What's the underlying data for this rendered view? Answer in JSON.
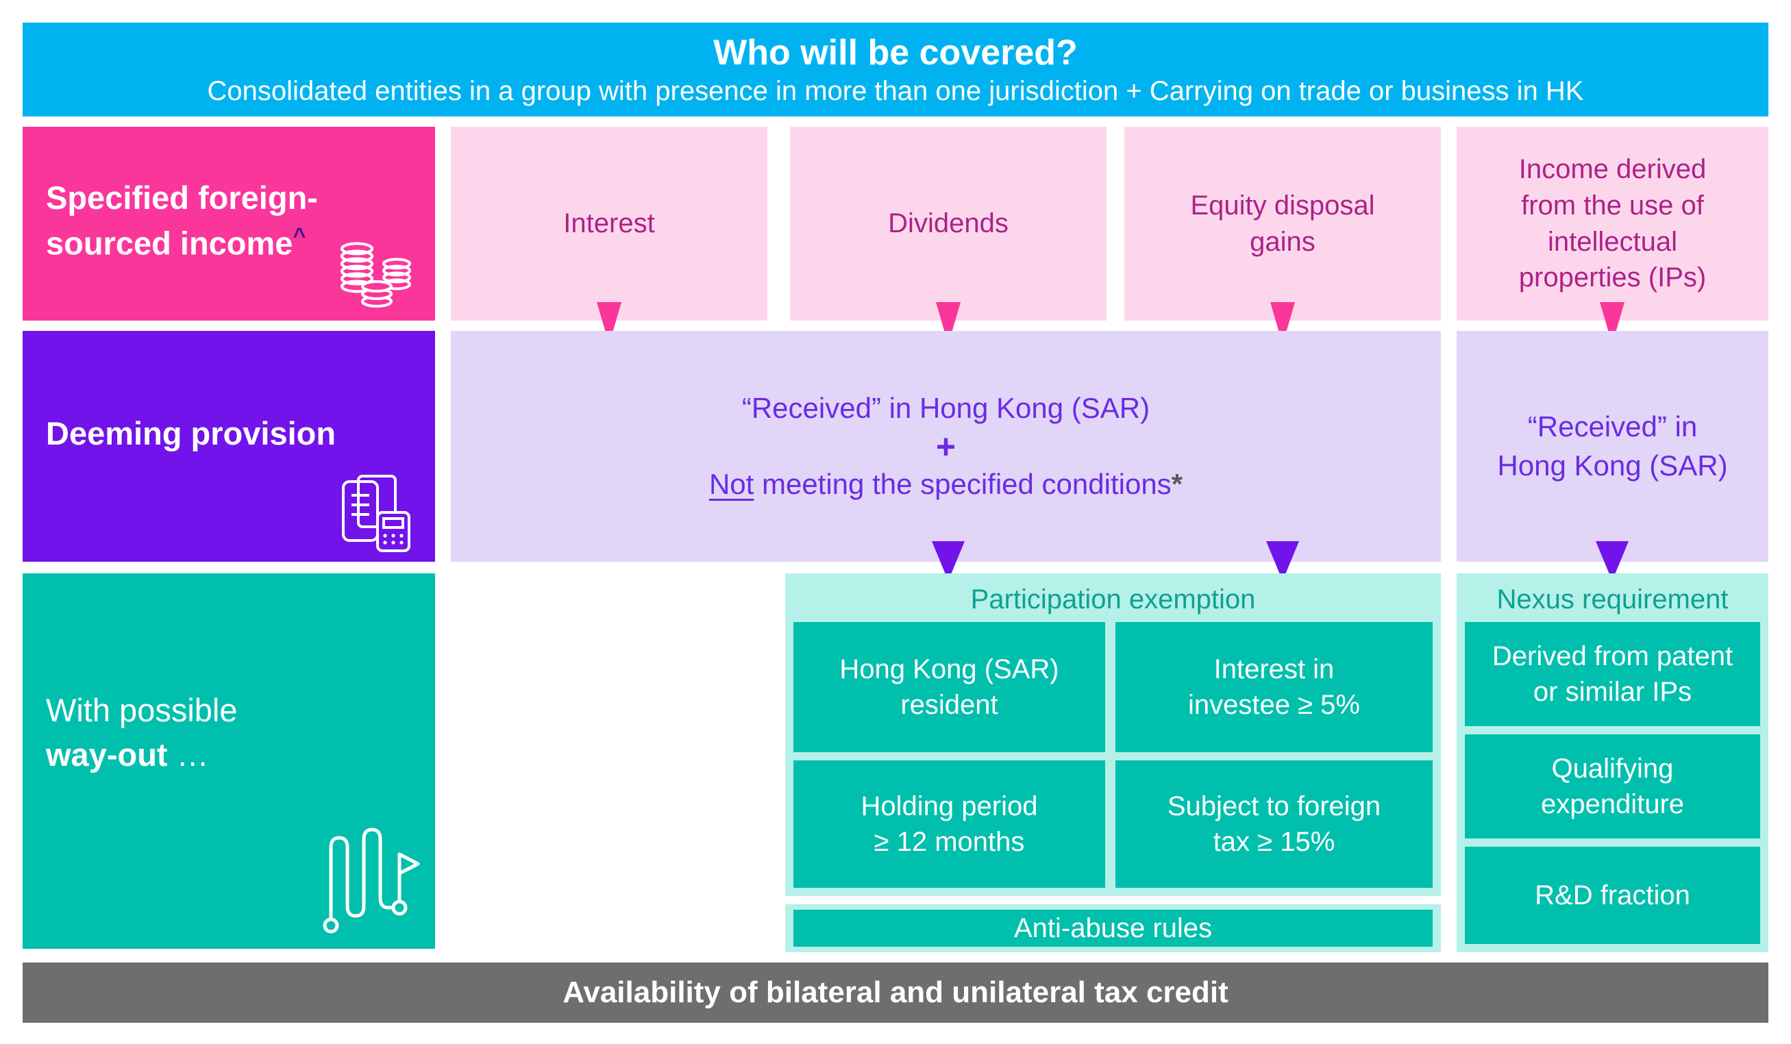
{
  "colors": {
    "header_cyan": "#00B3F0",
    "pink": "#FA369A",
    "light_pink": "#FCD7EB",
    "pink_text": "#AD2189",
    "purple": "#7113EA",
    "light_purple": "#E1D6F8",
    "purple_text": "#6B2BE3",
    "caret_purple": "#45168C",
    "teal": "#00BFAC",
    "light_mint": "#B5F1E8",
    "teal_text": "#0FA092",
    "asterisk_gray": "#595959",
    "footer_gray": "#6E6E6E"
  },
  "header": {
    "title": "Who will be covered?",
    "subtitle": "Consolidated entities in a group with presence in more than one jurisdiction + Carrying on trade or business in HK"
  },
  "income_row": {
    "label_line1": "Specified foreign-",
    "label_line2": "sourced income",
    "caret": "^",
    "icon": "coins-icon",
    "items": [
      "Interest",
      "Dividends",
      "Equity disposal\ngains",
      "Income derived\nfrom the use of\nintellectual\nproperties (IPs)"
    ]
  },
  "deeming_row": {
    "label": "Deeming provision",
    "icon": "documents-calculator-icon",
    "line1": "“Received” in Hong Kong (SAR)",
    "plus": "+",
    "line2_underlined": "Not",
    "line2_rest": " meeting the specified conditions",
    "asterisk": "*",
    "ip_box": "“Received” in\nHong Kong (SAR)"
  },
  "wayout_row": {
    "label_line1": "With possible",
    "label_line2_bold": "way-out",
    "label_line2_suffix": " …",
    "icon": "path-flag-icon",
    "participation": {
      "title": "Participation exemption",
      "boxes": [
        "Hong Kong (SAR)\nresident",
        "Interest in\ninvestee ≥ 5%",
        "Holding period\n≥ 12 months",
        "Subject to foreign\ntax ≥ 15%"
      ],
      "anti_abuse": "Anti-abuse rules"
    },
    "nexus": {
      "title": "Nexus requirement",
      "boxes": [
        "Derived from patent\nor similar IPs",
        "Qualifying\nexpenditure",
        "R&D fraction"
      ]
    }
  },
  "footer": {
    "text": "Availability of bilateral and unilateral tax credit"
  }
}
